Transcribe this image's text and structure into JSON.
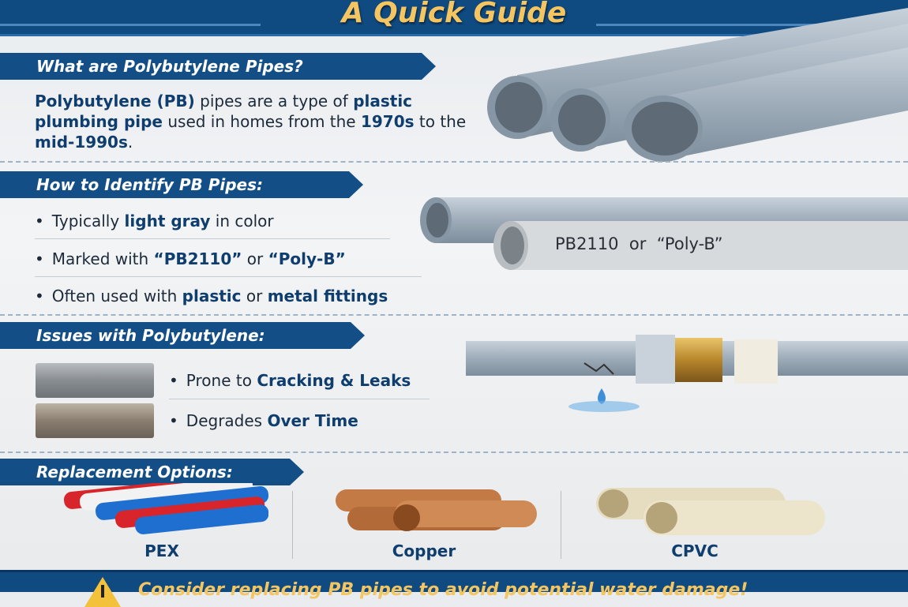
{
  "header": {
    "subtitle": "A Quick Guide"
  },
  "sections": {
    "what": {
      "title": "What are Polybutylene Pipes?",
      "p1": "Polybutylene (PB)",
      "p2": " pipes are a type of ",
      "p3": "plastic plumbing pipe",
      "p4": " used in homes from the ",
      "p5": "1970s",
      "p6": " to the ",
      "p7": "mid-1990s",
      "p8": "."
    },
    "identify": {
      "title": "How to Identify PB Pipes:",
      "items": [
        {
          "a": "Typically ",
          "b": "light gray",
          "c": " in color"
        },
        {
          "a": "Marked with ",
          "b": "“PB2110”",
          "c": " or ",
          "d": "“Poly-B”"
        },
        {
          "a": "Often used with ",
          "b": "plastic",
          "c": " or ",
          "d": "metal fittings"
        }
      ],
      "pipe_marking": "PB2110  or  “Poly-B”"
    },
    "issues": {
      "title": "Issues with Polybutylene:",
      "items": [
        {
          "a": "Prone to ",
          "b": "Cracking & Leaks"
        },
        {
          "a": "Degrades ",
          "b": "Over Time"
        }
      ]
    },
    "replacement": {
      "title": "Replacement Options:",
      "options": [
        {
          "label": "PEX",
          "colors": [
            "#d8252b",
            "#f2f2f2",
            "#1f6fd0"
          ]
        },
        {
          "label": "Copper",
          "colors": [
            "#c47a45"
          ]
        },
        {
          "label": "CPVC",
          "colors": [
            "#e6dcc0"
          ]
        }
      ]
    }
  },
  "footer": {
    "warning_icon": "warning-triangle-icon",
    "text": "Consider replacing PB pipes to avoid potential water damage!"
  },
  "colors": {
    "brand_blue": "#0f4a80",
    "accent_gold": "#f4c560",
    "pipe_gray": "#9aa9b8"
  }
}
